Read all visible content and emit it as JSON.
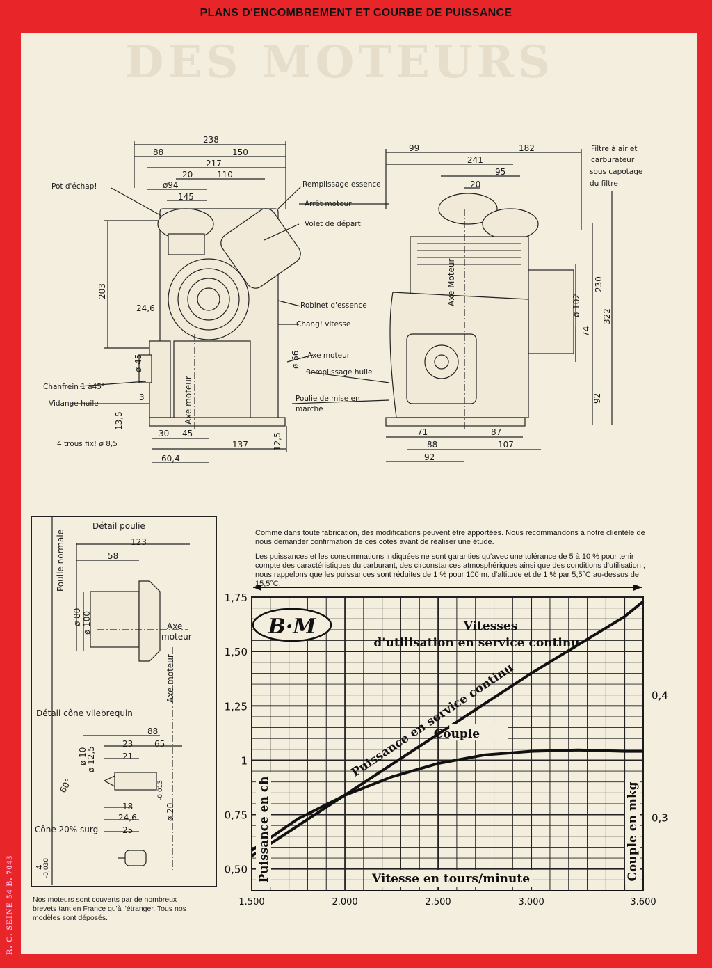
{
  "header": "PLANS D'ENCOMBREMENT ET COURBE DE PUISSANCE",
  "side_ref": "R. C. SEINE 54 B. 7043",
  "ghost_title": "DES MOTEURS",
  "left_view": {
    "labels": {
      "pot": "Pot d'échap!",
      "chanfrein": "Chanfrein 1 à45°",
      "vidange": "Vidange huile",
      "trous": "4 trous fix! ø 8,5",
      "axe": "Axe moteur"
    },
    "dims": {
      "d238": "238",
      "d88": "88",
      "d150": "150",
      "d217": "217",
      "d20": "20",
      "d110": "110",
      "d94": "ø94",
      "d145": "145",
      "d203": "203",
      "d246": "24,6",
      "d45": "ø 45",
      "d3": "3",
      "d135": "13,5",
      "d30": "30",
      "d45b": "45",
      "d137": "137",
      "d125": "12,5",
      "d604": "60,4"
    }
  },
  "center_labels": {
    "remplissage_essence": "Remplissage essence",
    "arret": "Arrêt moteur",
    "volet": "Volet de départ",
    "robinet": "Robinet d'essence",
    "vitesse": "Chang! vitesse",
    "axe": "Axe moteur",
    "remplissage_huile": "Remplissage huile",
    "poulie1": "Poulie de mise en",
    "poulie2": "marche",
    "d66": "ø 66"
  },
  "right_view": {
    "filtre": [
      "Filtre à air et",
      "carburateur",
      "sous capotage",
      "du filtre"
    ],
    "axe": "Axe Moteur",
    "dims": {
      "d99": "99",
      "d182": "182",
      "d241": "241",
      "d20": "20",
      "d95": "95",
      "d102": "ø 102",
      "d230": "230",
      "d74": "74",
      "d322": "322",
      "d92": "92",
      "d71": "71",
      "d87": "87",
      "d88": "88",
      "d107": "107",
      "d92b": "92"
    }
  },
  "detail": {
    "poulie_title": "Détail poulie",
    "poulie_normale": "Poulie normale",
    "d123": "123",
    "d58": "58",
    "d80": "ø 80",
    "d100": "ø 100",
    "axe1": "Axe",
    "axe2": "moteur",
    "axe_moteur": "Axe moteur",
    "cone_title": "Détail cône vilebrequin",
    "c88": "88",
    "c23": "23",
    "c21": "21",
    "c65": "65",
    "c60": "60°",
    "c10": "ø 10",
    "c125": "ø 12,5",
    "c20": "ø 20",
    "c20tol": "-0,013",
    "c18": "18",
    "c246": "24,6",
    "c25": "25",
    "cone": "Cône 20% surg",
    "c40": "4",
    "c40tol": "-0,030"
  },
  "note_bottom": "Nos moteurs sont couverts par de nombreux brevets tant en France qu'à l'étranger. Tous nos modèles sont déposés.",
  "note1": "Comme dans toute fabrication, des modifications peuvent être apportées. Nous recommandons à notre clientèle de nous demander confirmation de ces cotes avant de réaliser une étude.",
  "note2": "Les puissances et les consommations indiquées ne sont garanties qu'avec une tolérance de 5 à 10 % pour tenir compte des caractéristiques du carburant, des circonstances atmosphériques ainsi que des conditions d'utilisation ; nous rappelons que les puissances sont réduites de 1 % pour 100 m. d'altitude et de 1 % par 5,5°C au-dessus de 15,5°C.",
  "chart_data": {
    "type": "line",
    "logo": "B·M",
    "title_line1": "Vitesses",
    "title_line2": "d'utilisation en service continu",
    "xlabel": "Vitesse en tours/minute",
    "ylabel_left": "Puissance en ch",
    "ylabel_right": "Couple en mkg",
    "x_ticks": [
      "1.500",
      "2.000",
      "2.500",
      "3.000",
      "3.600"
    ],
    "x_tick_values": [
      1500,
      2000,
      2500,
      3000,
      3600
    ],
    "y_ticks": [
      "0,50",
      "0,75",
      "1",
      "1,25",
      "1,50",
      "1,75"
    ],
    "y_tick_values": [
      0.5,
      0.75,
      1.0,
      1.25,
      1.5,
      1.75
    ],
    "y2_ticks": [
      "0,3",
      "0,4"
    ],
    "y2_tick_values": [
      0.3,
      0.4
    ],
    "xlim": [
      1500,
      3600
    ],
    "ylim": [
      0.4,
      1.75
    ],
    "y2lim": [
      0.24,
      0.48
    ],
    "grid": true,
    "series": [
      {
        "name": "Puissance en service continu",
        "axis": "left",
        "x": [
          1500,
          1750,
          2000,
          2250,
          2500,
          2750,
          3000,
          3250,
          3500,
          3600
        ],
        "y": [
          0.56,
          0.7,
          0.84,
          0.98,
          1.12,
          1.26,
          1.4,
          1.53,
          1.66,
          1.73
        ]
      },
      {
        "name": "Couple",
        "axis": "right",
        "x": [
          1500,
          1750,
          2000,
          2250,
          2500,
          2750,
          3000,
          3250,
          3500,
          3600
        ],
        "y": [
          0.273,
          0.299,
          0.318,
          0.333,
          0.344,
          0.351,
          0.354,
          0.355,
          0.354,
          0.354
        ]
      }
    ],
    "arrow_range": [
      1500,
      3600
    ]
  }
}
